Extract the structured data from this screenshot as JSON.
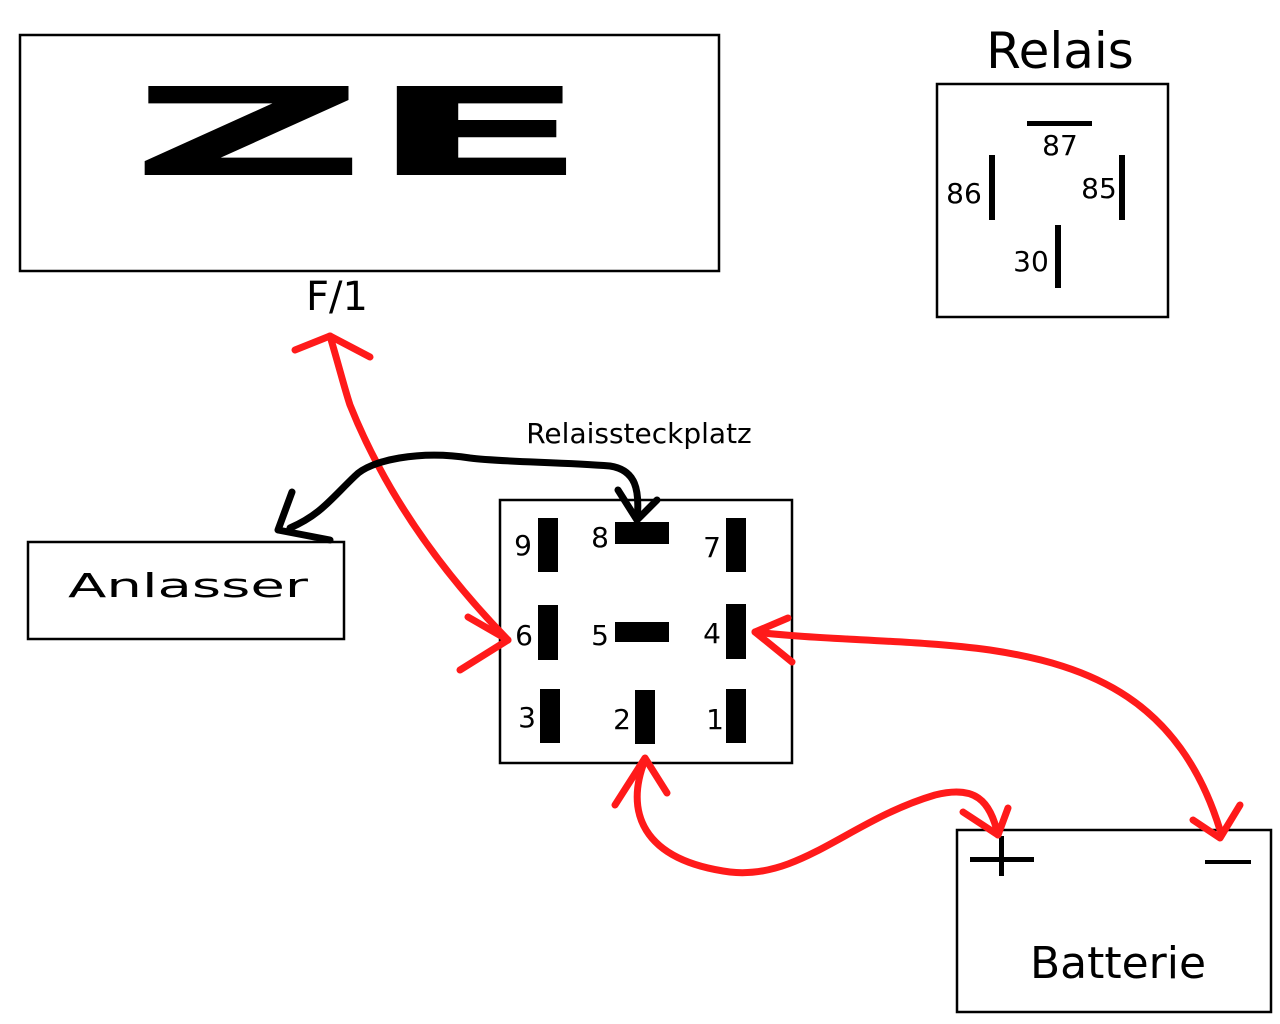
{
  "ze": {
    "label": "ZE",
    "pin_label": "F/1"
  },
  "relay": {
    "title": "Relais",
    "pins": {
      "p87": "87",
      "p86": "86",
      "p85": "85",
      "p30": "30"
    }
  },
  "socket": {
    "title": "Relaissteckplatz",
    "pins": {
      "p1": "1",
      "p2": "2",
      "p3": "3",
      "p4": "4",
      "p5": "5",
      "p6": "6",
      "p7": "7",
      "p8": "8",
      "p9": "9"
    }
  },
  "starter": {
    "label": "Anlasser"
  },
  "battery": {
    "label": "Batterie",
    "plus": "+",
    "minus": "−"
  },
  "colors": {
    "wire_red": "#ff1a1a",
    "wire_black": "#000000"
  }
}
